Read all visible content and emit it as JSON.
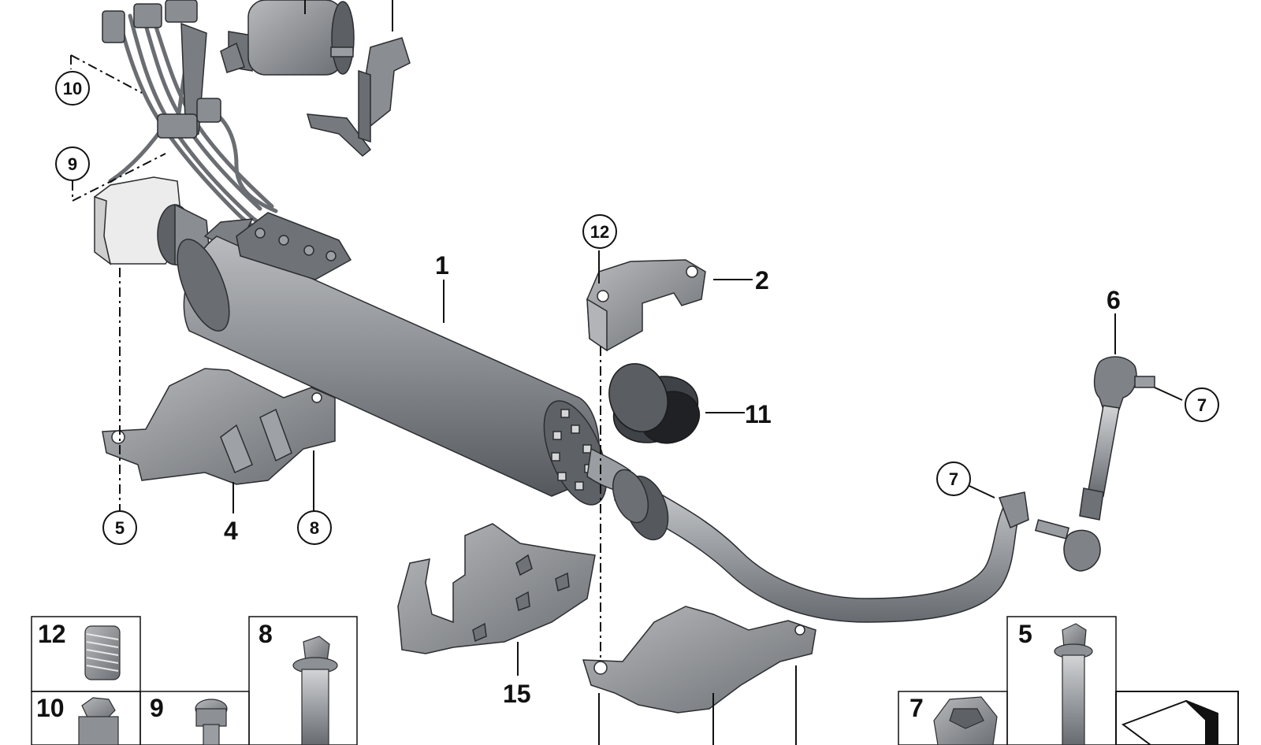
{
  "callouts": {
    "c1": "1",
    "c2": "2",
    "c4": "4",
    "c5": "5",
    "c6": "6",
    "c7a": "7",
    "c7b": "7",
    "c8": "8",
    "c9": "9",
    "c10": "10",
    "c11": "11",
    "c12": "12",
    "c15": "15"
  },
  "hardware_boxes": {
    "b12": "12",
    "b10": "10",
    "b9": "9",
    "b8": "8",
    "b5": "5",
    "b7": "7"
  },
  "colors": {
    "part_fill": "#8f9296",
    "part_dark": "#5e6165",
    "part_light": "#c4c6c9",
    "line": "#111111"
  }
}
